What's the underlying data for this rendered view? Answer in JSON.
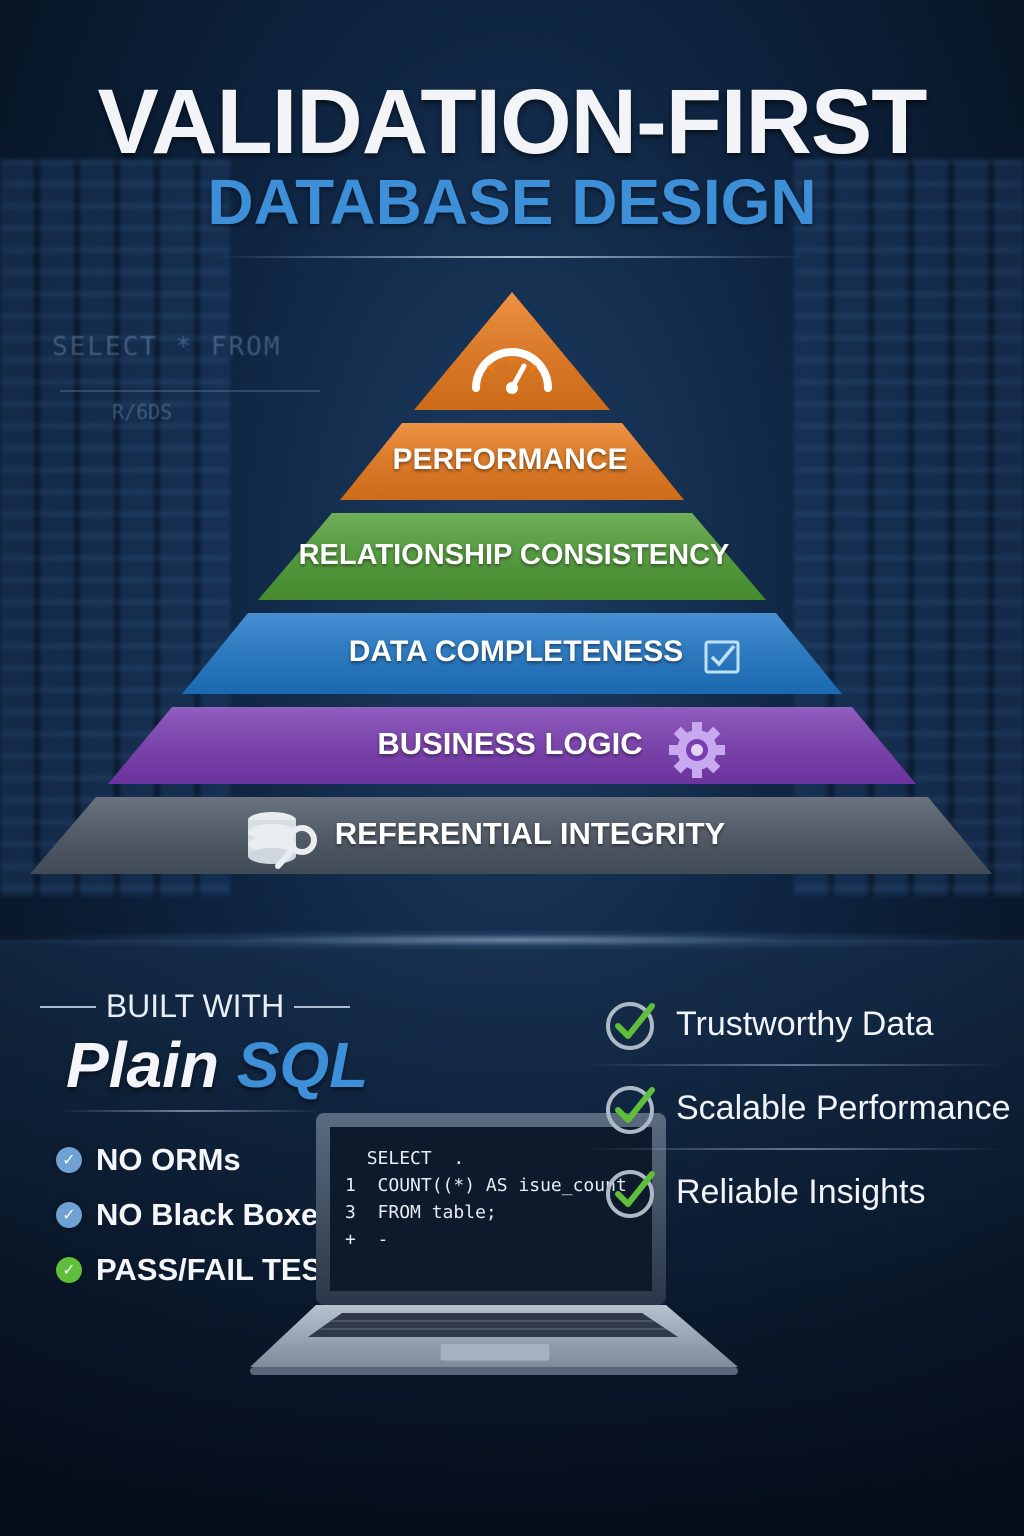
{
  "header": {
    "title": "VALIDATION-FIRST",
    "subtitle": "DATABASE DESIGN"
  },
  "background": {
    "code_line_1": "SELECT * FROM",
    "code_line_2": "R/6DS"
  },
  "pyramid": {
    "apex_icon": "speedometer-icon",
    "tiers": [
      {
        "label": "PERFORMANCE",
        "color": "#ea7a1c"
      },
      {
        "label": "RELATIONSHIP CONSISTENCY",
        "color": "#4f9e35"
      },
      {
        "label": "DATA COMPLETENESS",
        "color": "#1f78c9",
        "icon": "checkbox-icon"
      },
      {
        "label": "BUSINESS LOGIC",
        "color": "#7a3bb3",
        "icon": "gear-icon"
      },
      {
        "label": "REFERENTIAL INTEGRITY",
        "color": "#4a5563",
        "icon": "database-key-icon"
      }
    ]
  },
  "built_with": {
    "label": "BUILT WITH",
    "plain": "Plain",
    "sql": "SQL"
  },
  "features": [
    {
      "label": "NO ORMs",
      "icon": "check-circle-icon",
      "color": "#6fa2d2"
    },
    {
      "label": "NO Black Boxes",
      "icon": "check-circle-icon",
      "color": "#6fa2d2"
    },
    {
      "label": "PASS/FAIL TESTS",
      "icon": "check-circle-icon",
      "color": "#5fbf3a"
    }
  ],
  "code": {
    "lines": [
      {
        "num": "",
        "text": "SELECT  ."
      },
      {
        "num": "1",
        "text": "COUNT((*) AS isue_count"
      },
      {
        "num": "3",
        "text": "FROM table;"
      },
      {
        "num": "+",
        "text": "-"
      }
    ]
  },
  "benefits": [
    {
      "label": "Trustworthy Data",
      "icon": "check-circle-icon"
    },
    {
      "label": "Scalable Performance",
      "icon": "check-circle-icon"
    },
    {
      "label": "Reliable Insights",
      "icon": "check-circle-icon"
    }
  ],
  "colors": {
    "accent_blue": "#3d8fd8",
    "check_green": "#5fbf3a"
  }
}
